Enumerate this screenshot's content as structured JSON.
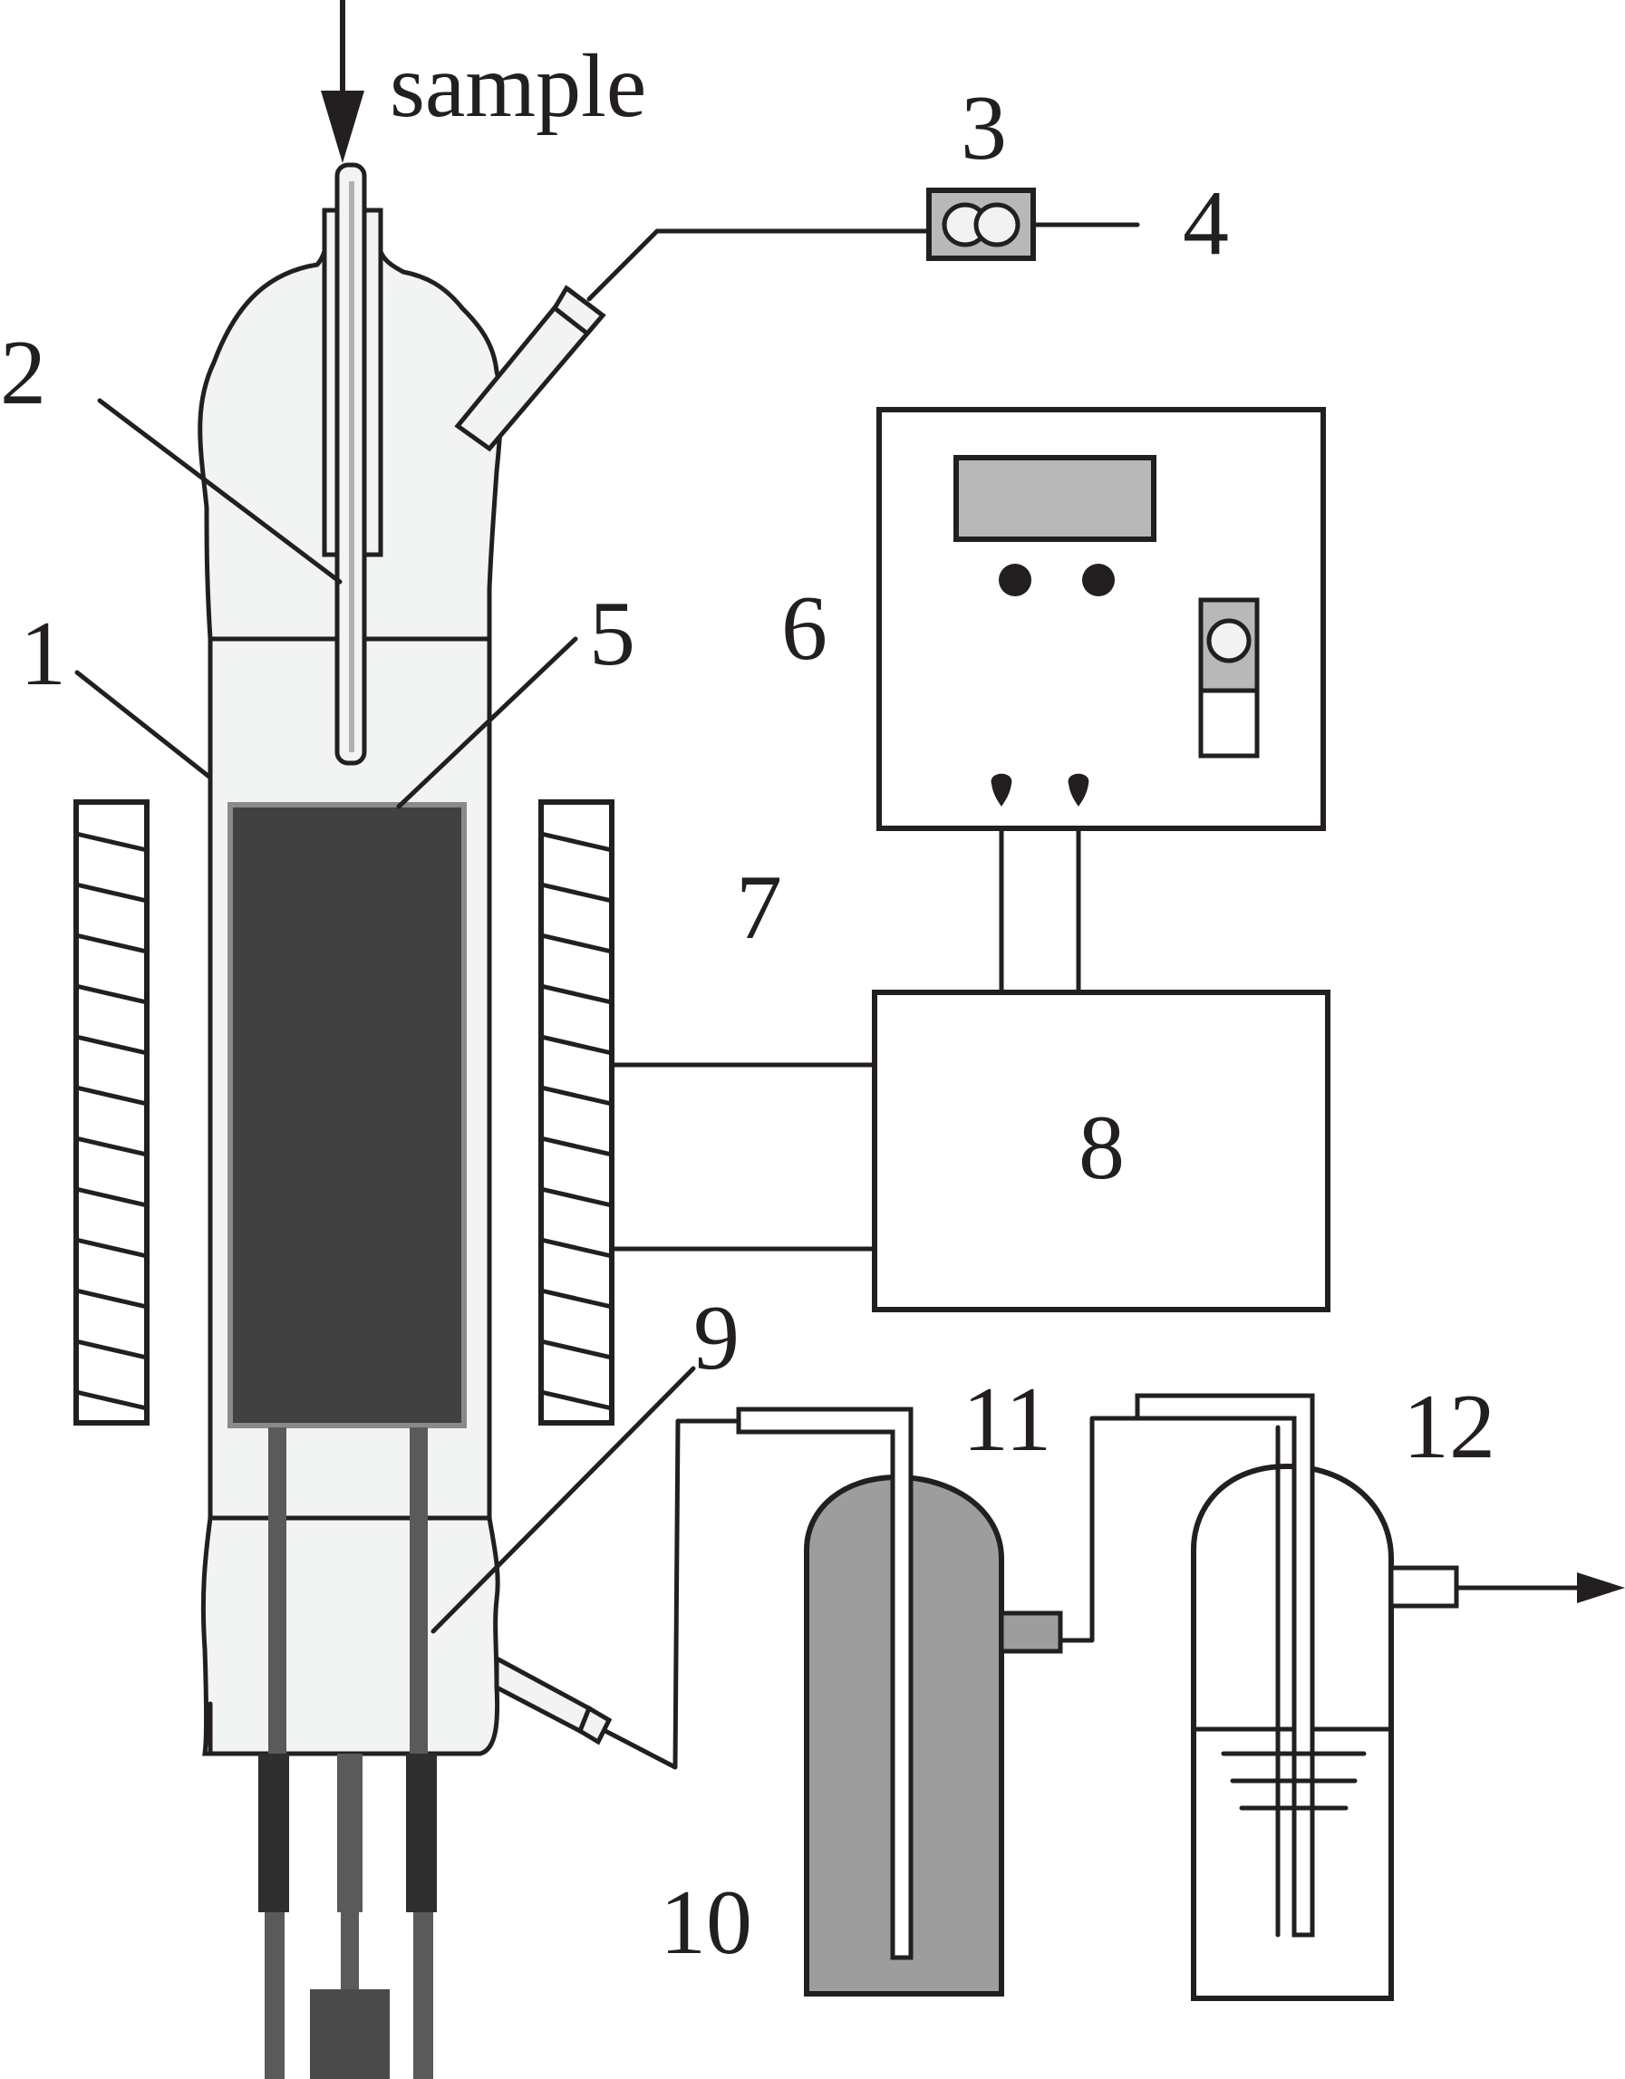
{
  "labels": {
    "sample": "sample",
    "n1": "1",
    "n2": "2",
    "n3": "3",
    "n4": "4",
    "n5": "5",
    "n6": "6",
    "n7": "7",
    "n8": "8",
    "n9": "9",
    "n10": "10",
    "n11": "11",
    "n12": "12"
  },
  "colors": {
    "line": "#231f20",
    "reactor_glass": "#f2f3f3",
    "catalyst_bed": "#414141",
    "gray_panel": "#b8b8b8",
    "cylinder_fill": "#9d9d9d",
    "tube_gray": "#5a5a5a"
  }
}
